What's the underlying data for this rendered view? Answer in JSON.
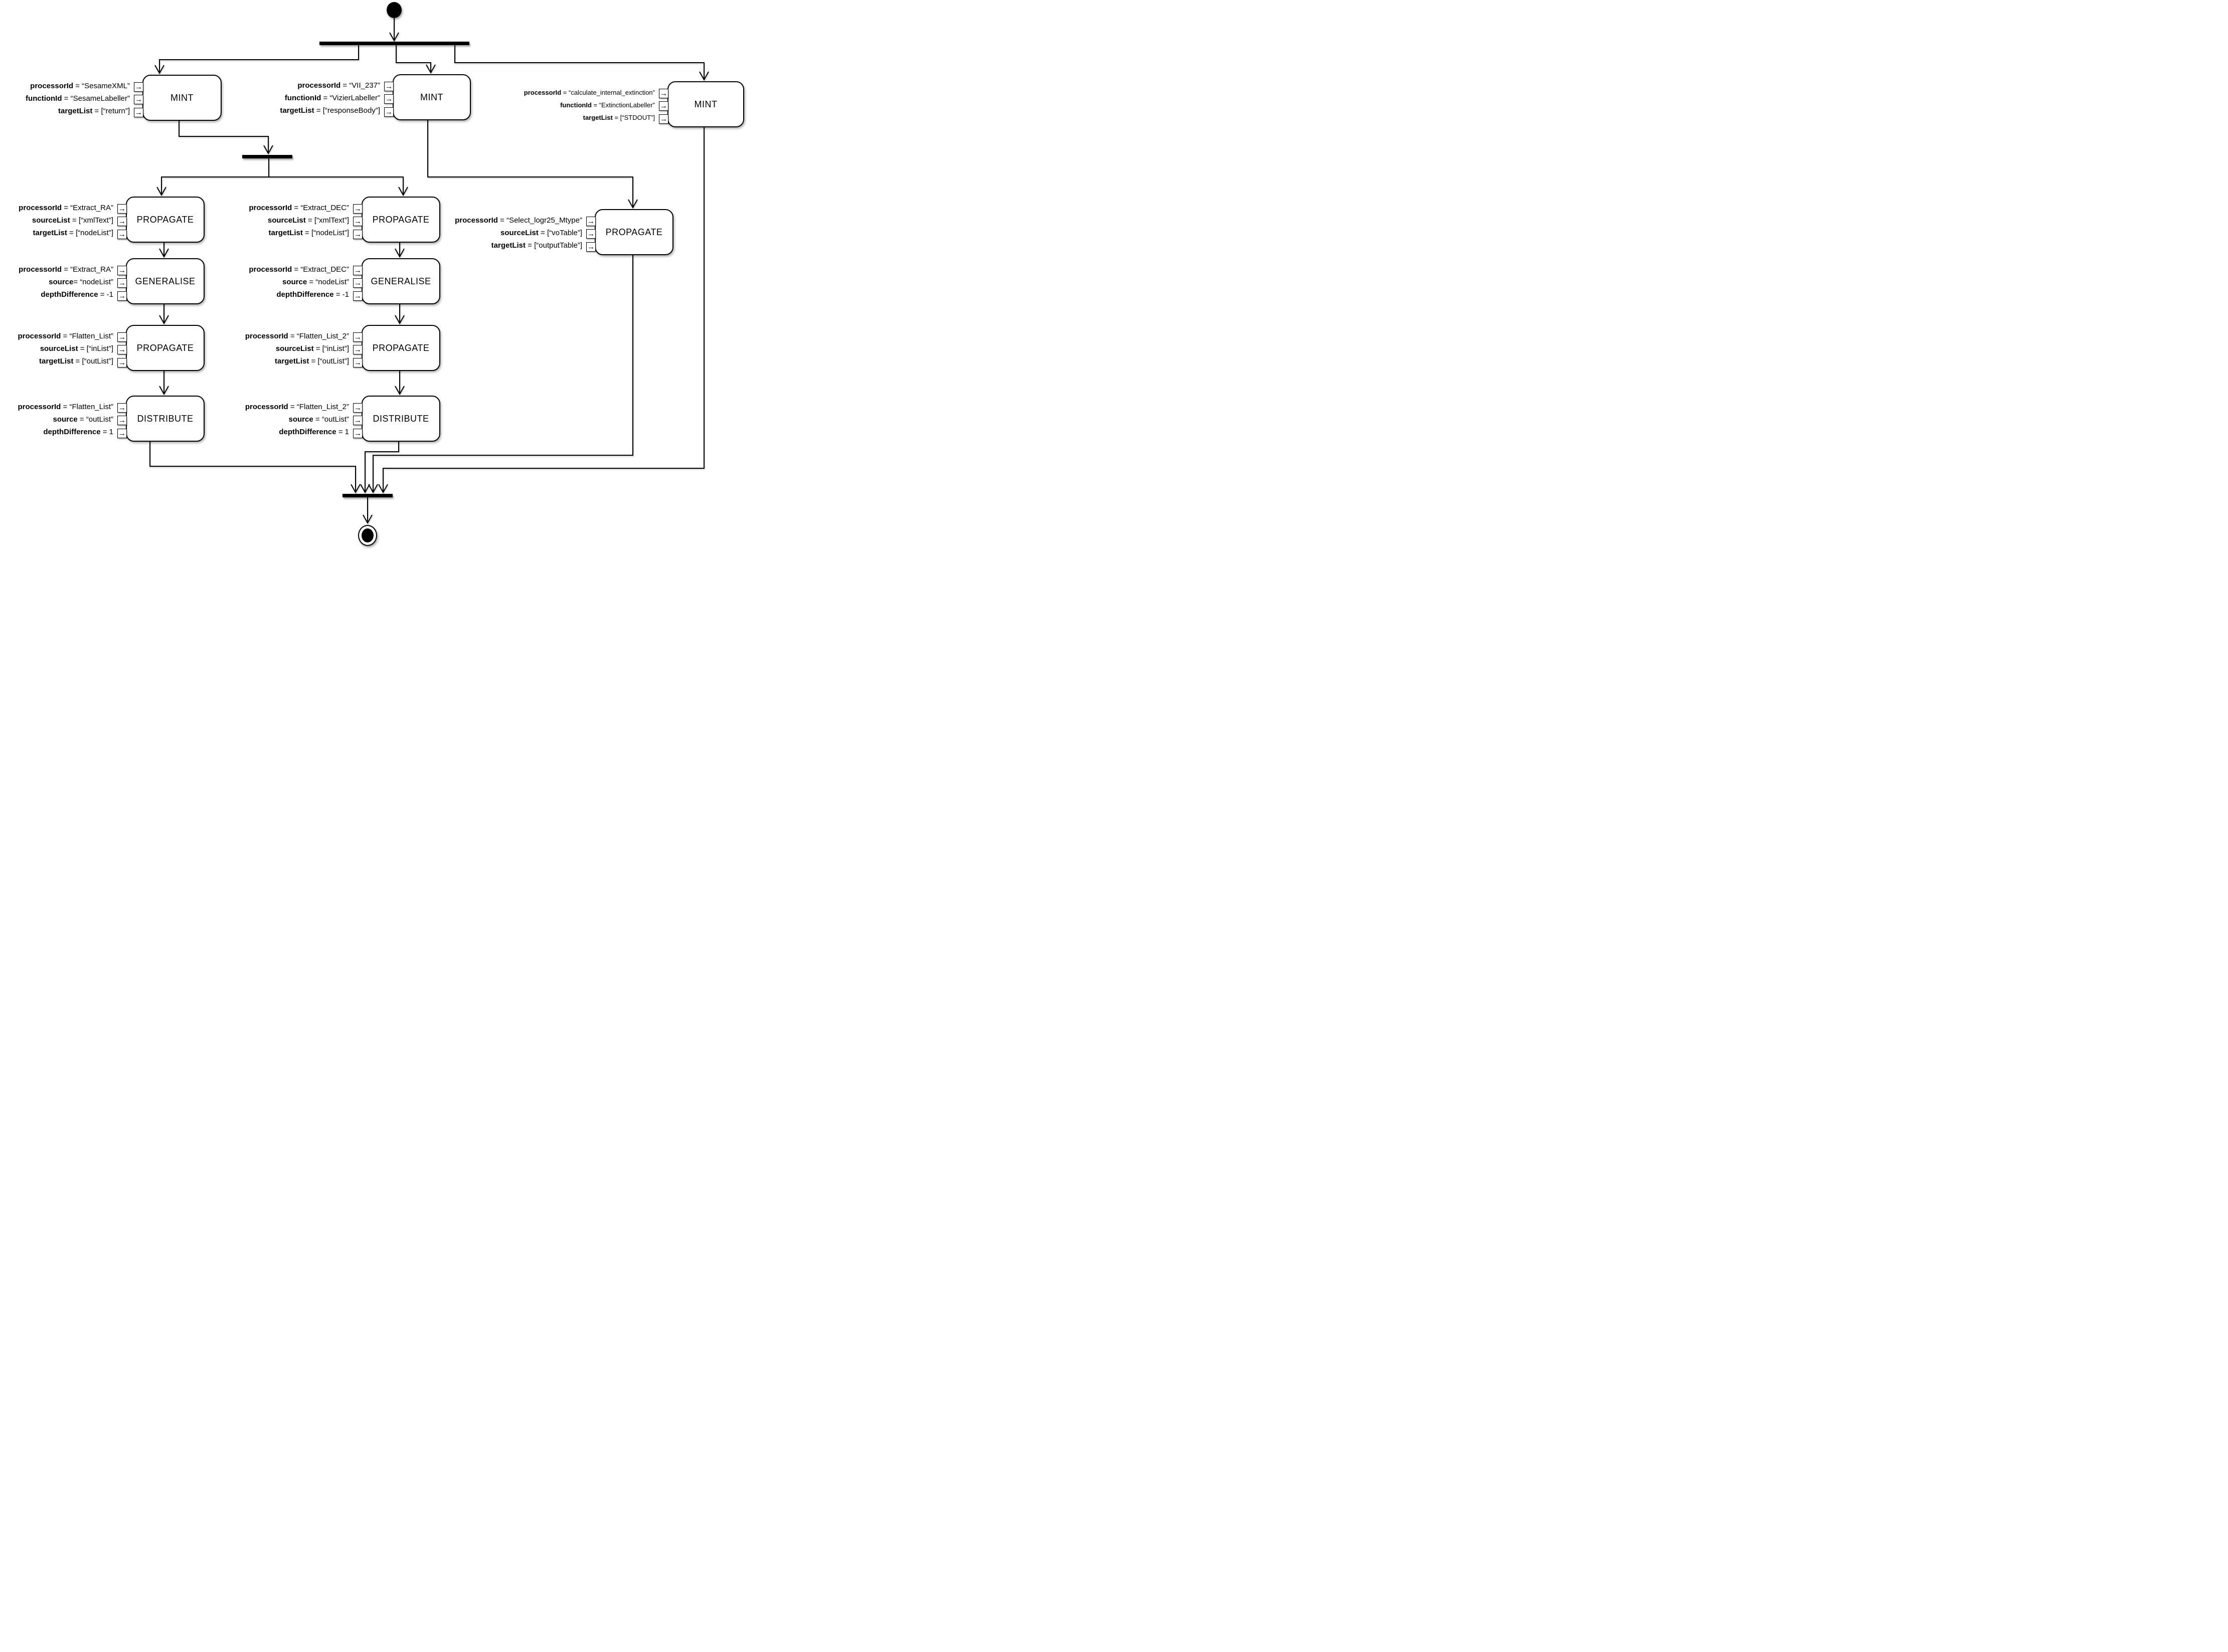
{
  "diagram": {
    "kind": "UML activity diagram workflow",
    "pin_glyph": "→",
    "colors": {
      "line": "#000000",
      "node_fill": "#ffffff"
    }
  },
  "nodes": [
    {
      "id": "mint-sesamexml",
      "label": "MINT",
      "params": [
        {
          "name": "processorId",
          "value": " = “SesameXML”"
        },
        {
          "name": "functionId",
          "value": " =  “SesameLabeller”"
        },
        {
          "name": "targetList",
          "value": " =  [“return”]"
        }
      ]
    },
    {
      "id": "mint-vii237",
      "label": "MINT",
      "params": [
        {
          "name": "processorId",
          "value": " = “VII_237”"
        },
        {
          "name": "functionId",
          "value": " =  “VizierLabeller”"
        },
        {
          "name": "targetList",
          "value": " =  [“responseBody”]"
        }
      ]
    },
    {
      "id": "mint-extinction",
      "label": "MINT",
      "params": [
        {
          "name": "processorId",
          "value": " = “calculate_internal_extinction”"
        },
        {
          "name": "functionId",
          "value": " =  “ExtinctionLabeller”"
        },
        {
          "name": "targetList",
          "value": " =  [“STDOUT”]"
        }
      ]
    },
    {
      "id": "propagate-extract-ra",
      "label": "PROPAGATE",
      "params": [
        {
          "name": "processorId",
          "value": " = “Extract_RA”"
        },
        {
          "name": "sourceList",
          "value": " =  [“xmlText”]"
        },
        {
          "name": "targetList",
          "value": " =  [“nodeList”]"
        }
      ]
    },
    {
      "id": "generalise-extract-ra",
      "label": "GENERALISE",
      "params": [
        {
          "name": "processorId",
          "value": " = “Extract_RA”"
        },
        {
          "name": "source",
          "value": "= “nodeList”"
        },
        {
          "name": "depthDifference",
          "value": " = -1"
        }
      ]
    },
    {
      "id": "propagate-flatten-list",
      "label": "PROPAGATE",
      "params": [
        {
          "name": "processorId",
          "value": " = “Flatten_List”"
        },
        {
          "name": "sourceList",
          "value": " =  [“inList”]"
        },
        {
          "name": "targetList",
          "value": " =  [“outList”]"
        }
      ]
    },
    {
      "id": "distribute-flatten-list",
      "label": "DISTRIBUTE",
      "params": [
        {
          "name": "processorId",
          "value": " = “Flatten_List”"
        },
        {
          "name": "source",
          "value": " =  “outList”"
        },
        {
          "name": "depthDifference",
          "value": " =  1"
        }
      ]
    },
    {
      "id": "propagate-extract-dec",
      "label": "PROPAGATE",
      "params": [
        {
          "name": "processorId",
          "value": " = “Extract_DEC”"
        },
        {
          "name": "sourceList",
          "value": " =  [“xmlText”]"
        },
        {
          "name": "targetList",
          "value": " =  [“nodeList”]"
        }
      ]
    },
    {
      "id": "generalise-extract-dec",
      "label": "GENERALISE",
      "params": [
        {
          "name": "processorId",
          "value": " = “Extract_DEC”"
        },
        {
          "name": "source",
          "value": " = “nodeList”"
        },
        {
          "name": "depthDifference",
          "value": " = -1"
        }
      ]
    },
    {
      "id": "propagate-flatten-list-2",
      "label": "PROPAGATE",
      "params": [
        {
          "name": "processorId",
          "value": " = “Flatten_List_2”"
        },
        {
          "name": "sourceList",
          "value": " =  [“inList”]"
        },
        {
          "name": "targetList",
          "value": " =  [“outList”]"
        }
      ]
    },
    {
      "id": "distribute-flatten-list-2",
      "label": "DISTRIBUTE",
      "params": [
        {
          "name": "processorId",
          "value": " = “Flatten_List_2”"
        },
        {
          "name": "source",
          "value": " =  “outList”"
        },
        {
          "name": "depthDifference",
          "value": " =  1"
        }
      ]
    },
    {
      "id": "propagate-select-logr25",
      "label": "PROPAGATE",
      "params": [
        {
          "name": "processorId",
          "value": " = “Select_logr25_Mtype”"
        },
        {
          "name": "sourceList",
          "value": " =  [“voTable”]"
        },
        {
          "name": "targetList",
          "value": " =  [“outputTable”]"
        }
      ]
    }
  ]
}
